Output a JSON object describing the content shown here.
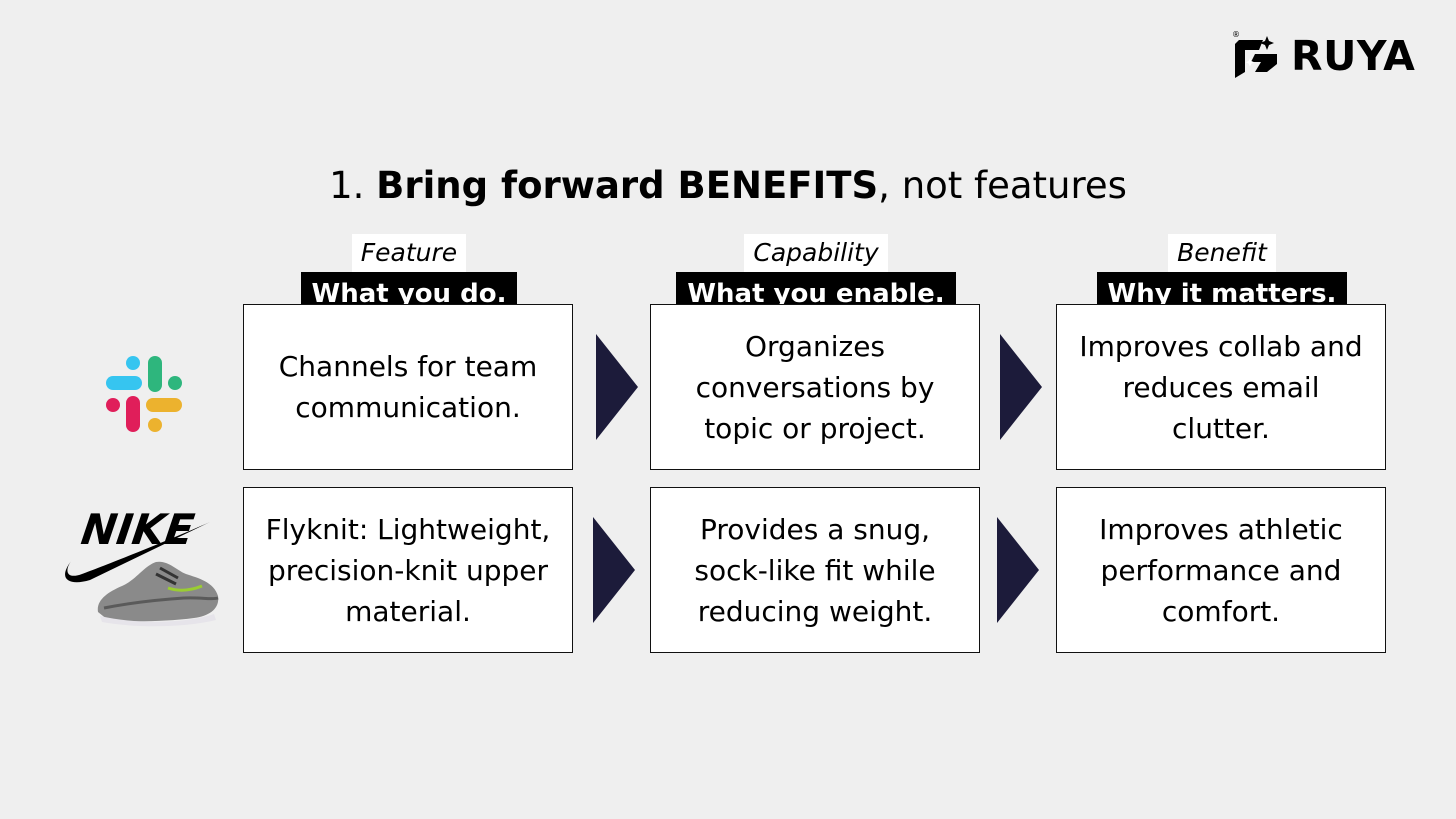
{
  "logo": {
    "name": "RUYA",
    "registered": "®"
  },
  "title": {
    "number": "1.",
    "bold": "Bring forward BENEFITS",
    "rest": ", not features"
  },
  "columns": [
    {
      "kicker": "Feature",
      "tag": "What you do."
    },
    {
      "kicker": "Capability",
      "tag": "What you enable."
    },
    {
      "kicker": "Benefit",
      "tag": "Why it matters."
    }
  ],
  "rows": [
    {
      "brand_icon": "slack-logo",
      "cells": [
        "Channels for team communication.",
        "Organizes conversations by topic or project.",
        "Improves collab and reduces email clutter."
      ]
    },
    {
      "brand_icon": "nike-logo",
      "brand_text": "NIKE",
      "cells": [
        "Flyknit: Lightweight, precision-knit upper material.",
        "Provides a snug, sock-like fit while reducing weight.",
        "Improves athletic performance and comfort."
      ]
    }
  ],
  "colors": {
    "background": "#efefef",
    "arrow": "#1c1b3a",
    "tag_bg": "#000000",
    "slack_blue": "#36c5f0",
    "slack_green": "#2eb67d",
    "slack_red": "#e01e5a",
    "slack_yellow": "#ecb22e"
  }
}
